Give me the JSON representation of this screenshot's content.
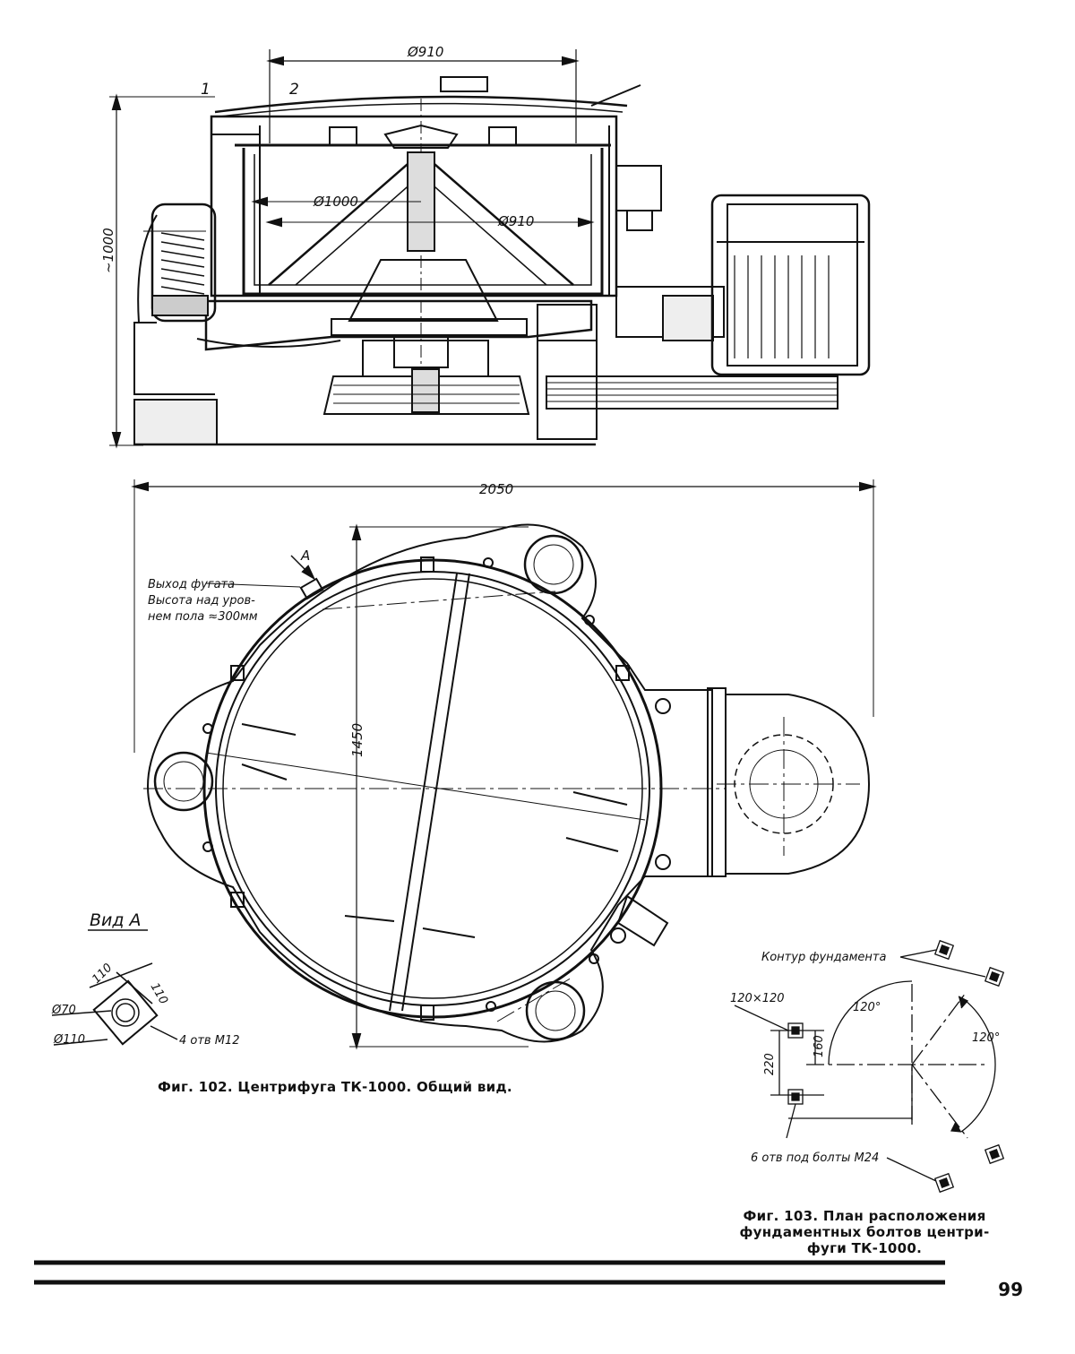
{
  "fig102": {
    "caption": "Фиг. 102. Центрифуга ТК-1000. Общий вид.",
    "dim_top_diameter": "Ø910",
    "dim_height": "~1000",
    "dim_inner_diameter_1000": "Ø1000",
    "dim_inner_diameter_910": "Ø910",
    "label_1": "1",
    "label_2": "2",
    "dim_total_length": "2050",
    "dim_plan_height": "1450",
    "label_view_marker": "A",
    "note_line1": "Выход фугата",
    "note_line2": "Высота над уров-",
    "note_line3": "нем пола ≈300мм",
    "view_a_title": "Вид А",
    "view_a_dim_110_a": "110",
    "view_a_dim_110_b": "110",
    "view_a_dim_70": "Ø70",
    "view_a_dim_110_c": "Ø110",
    "view_a_holes": "4 отв М12"
  },
  "fig103": {
    "caption_line1": "Фиг. 103. План расположения",
    "caption_line2": "фундаментных болтов центри-",
    "caption_line3": "фуги ТК-1000.",
    "label_contour": "Контур фундамента",
    "label_square": "120×120",
    "angle_1": "120°",
    "angle_2": "120°",
    "dim_220": "220",
    "dim_160": "160",
    "label_holes": "6 отв под болты М24"
  },
  "page_number": "99"
}
